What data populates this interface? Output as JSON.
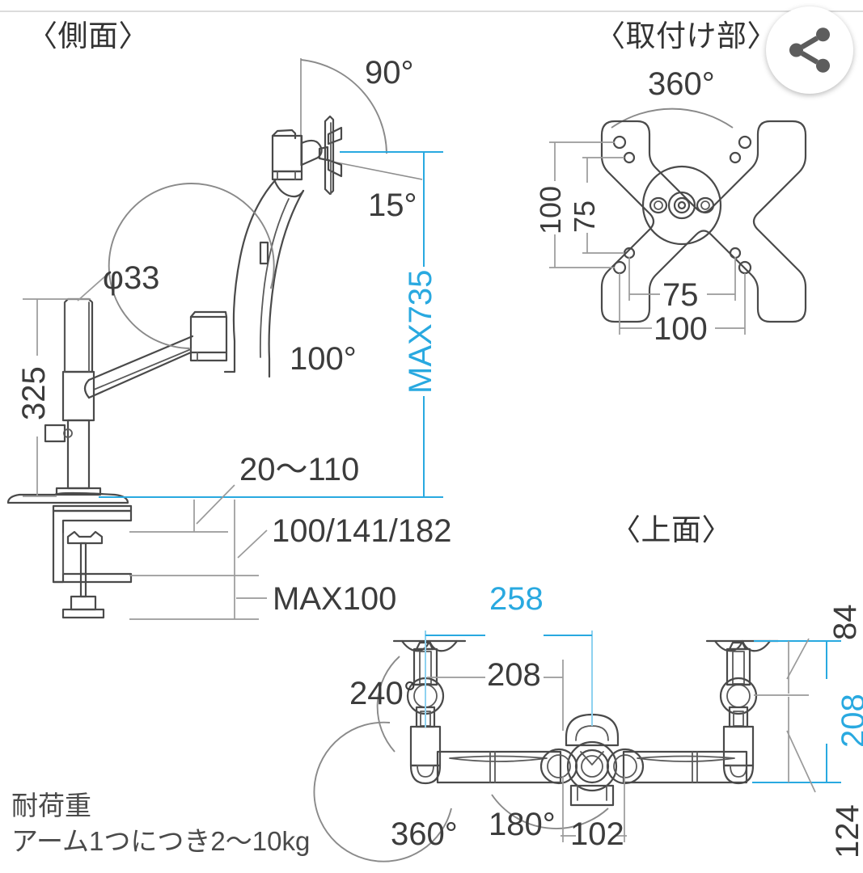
{
  "document": {
    "type": "technical-dimensional-drawing",
    "product": "monitor arm / display mount",
    "units": "mm"
  },
  "top_rule": {
    "color": "#dcdcdc"
  },
  "fab": {
    "icon": "share-icon",
    "label": "Share"
  },
  "colors": {
    "accent_blue": "#29a9e0",
    "line_dark": "#4a4a4a",
    "line_light": "#9a9a9a",
    "text": "#3c3c3c"
  },
  "views": {
    "side": {
      "title": "〈側面〉",
      "labels": {
        "tilt_up": "90°",
        "tilt_down": "15°",
        "column_diameter": "φ33",
        "column_height": "325",
        "arm_swing": "100°",
        "max_height": "MAX735",
        "clamp_range": "20〜110",
        "depth_options": "100/141/182",
        "grommet_max": "MAX100"
      }
    },
    "mount": {
      "title": "〈取付け部〉",
      "labels": {
        "rotation": "360°",
        "vesa_v_outer": "100",
        "vesa_v_inner": "75",
        "vesa_h_inner": "75",
        "vesa_h_outer": "100"
      }
    },
    "top": {
      "title": "〈上面〉",
      "labels": {
        "overall_width": "258",
        "arm_reach": "208",
        "head_tilt_left": "240°",
        "base_rotation_left": "360°",
        "center_swivel": "180°",
        "base_width": "102",
        "offset_top": "84",
        "arm_reach_right": "208",
        "offset_bottom": "124"
      }
    }
  },
  "notes": {
    "load_title": "耐荷重",
    "load_value": "アーム1つにつき2〜10kg"
  }
}
